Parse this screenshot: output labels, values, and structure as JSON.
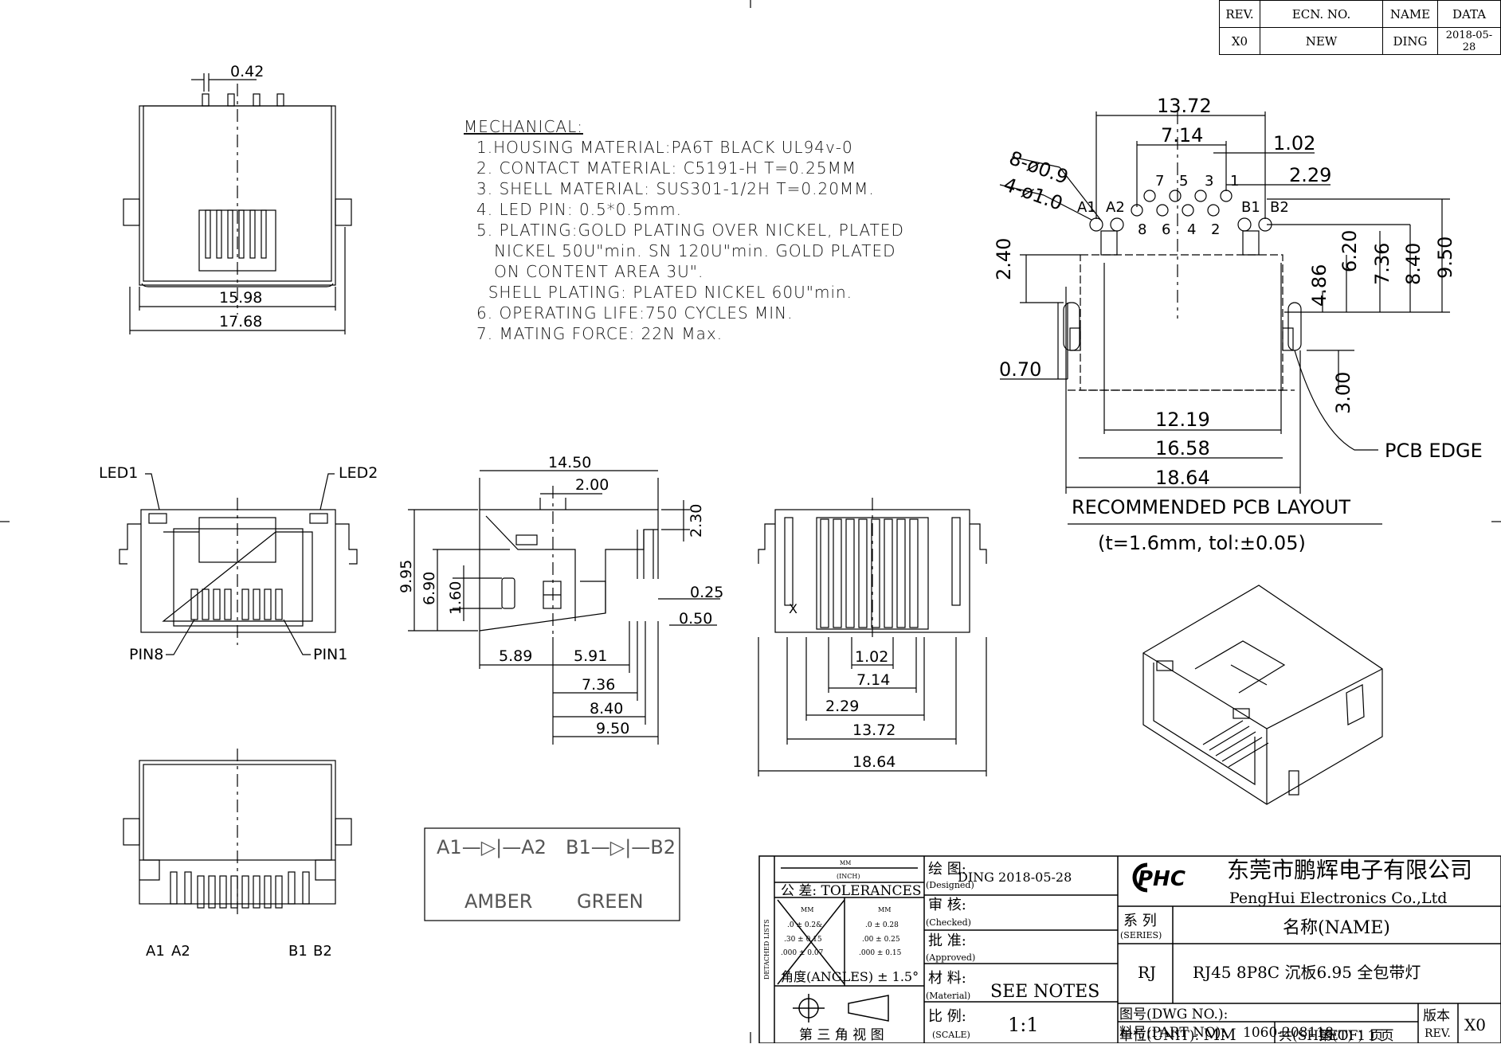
{
  "revision_table": {
    "headers": [
      "REV.",
      "ECN. NO.",
      "NAME",
      "DATA"
    ],
    "row": [
      "X0",
      "NEW",
      "DING",
      "2018-05-28"
    ]
  },
  "notes": {
    "title": "MECHANICAL:",
    "lines": [
      "1.HOUSING MATERIAL:PA6T BLACK UL94v-0",
      "2. CONTACT MATERIAL: C5191-H T=0.25MM",
      "3. SHELL MATERIAL: SUS301-1/2H T=0.20MM.",
      "4. LED PIN: 0.5*0.5mm.",
      "5. PLATING:GOLD PLATING OVER NICKEL, PLATED",
      "   NICKEL 50U\"min. SN 120U\"min. GOLD PLATED",
      "   ON CONTENT AREA 3U\".",
      "  SHELL PLATING: PLATED NICKEL 60U\"min.",
      "6. OPERATING LIFE:750 CYCLES MIN.",
      "7. MATING FORCE: 22N Max."
    ]
  },
  "top_view": {
    "dim_pin": "0.42",
    "dim_inner": "15.98",
    "dim_outer": "17.68"
  },
  "front_view": {
    "led1": "LED1",
    "led2": "LED2",
    "pin8": "PIN8",
    "pin1": "PIN1"
  },
  "side_view": {
    "dims": {
      "w_14_50": "14.50",
      "w_2_00": "2.00",
      "h_2_30": "2.30",
      "h_9_95": "9.95",
      "h_6_90": "6.90",
      "h_1_60": "1.60",
      "w_0_25": "0.25",
      "w_0_50": "0.50",
      "w_5_89": "5.89",
      "w_5_91": "5.91",
      "w_7_36": "7.36",
      "w_8_40": "8.40",
      "w_9_50": "9.50"
    }
  },
  "rear_view": {
    "mark": "X",
    "dims": {
      "w_1_02": "1.02",
      "w_7_14": "7.14",
      "w_2_29": "2.29",
      "w_13_72": "13.72",
      "w_18_64": "18.64"
    }
  },
  "bottom_view": {
    "labels": [
      "A1",
      "A2",
      "B1",
      "B2"
    ]
  },
  "led_legend": {
    "led_a": "A1—▷|—A2",
    "led_b": "B1—▷|—B2",
    "color_a": "AMBER",
    "color_b": "GREEN"
  },
  "pcb_layout": {
    "title": "RECOMMENDED PCB LAYOUT",
    "subtitle": "(t=1.6mm, tol:±0.05)",
    "pcb_edge": "PCB EDGE",
    "hole_label_1": "8-ø0.9",
    "hole_label_2": "4-ø1.0",
    "pin_numbers_top": [
      "7",
      "5",
      "3",
      "1"
    ],
    "pin_numbers_bottom": [
      "8",
      "6",
      "4",
      "2"
    ],
    "led_pins": [
      "A1",
      "A2",
      "B1",
      "B2"
    ],
    "dims": {
      "d_13_72": "13.72",
      "d_7_14": "7.14",
      "d_1_02": "1.02",
      "d_2_29": "2.29",
      "d_2_40": "2.40",
      "d_0_70": "0.70",
      "d_4_86": "4.86",
      "d_6_20": "6.20",
      "d_7_36": "7.36",
      "d_8_40": "8.40",
      "d_9_50": "9.50",
      "d_3_00": "3.00",
      "d_12_19": "12.19",
      "d_16_58": "16.58",
      "d_18_64": "18.64"
    }
  },
  "title_block": {
    "unit_header": "MM",
    "unit_header_sub": "(INCH)",
    "tolerances": "公 差: TOLERANCES",
    "tol_rows_left": [
      ".0 ± 0.2&",
      ".30 ± 0.15",
      ".000 ± 0.07"
    ],
    "tol_rows_right": [
      ".0 ± 0.28",
      ".00 ± 0.25",
      ".000 ± 0.15"
    ],
    "tol_mm_left": "MM",
    "tol_mm_right": "MM",
    "detached": "DETACHED LISTS",
    "angles": "角度(ANGLES) ± 1.5°",
    "projection": "第 三 角 视 图",
    "designed_cn": "绘  图:",
    "designed_en": "(Designed)",
    "designed_value": "DING 2018-05-28",
    "checked_cn": "审  核:",
    "checked_en": "(Checked)",
    "approved_cn": "批  准:",
    "approved_en": "(Approved)",
    "material_cn": "材  料:",
    "material_en": "(Material)",
    "material_value": "SEE NOTES",
    "scale_cn": "比  例:",
    "scale_en": "(SCALE)",
    "scale_value": "1:1",
    "logo": "PHC",
    "company_cn": "东莞市鹏辉电子有限公司",
    "company_en": "PengHui Electronics Co.,Ltd",
    "series_cn": "系  列",
    "series_en": "(SERIES)",
    "name_header": "名称(NAME)",
    "series_value": "RJ",
    "name_value": "RJ45 8P8C 沉板6.95 全包带灯",
    "dwg_no": "图号(DWG NO.):",
    "part_no_label": "料号(PART NO):",
    "part_no": "1060-208118",
    "rev_cn": "版本",
    "rev_en": "REV.",
    "rev_value": "X0",
    "unit_label": "单位(UNIT):",
    "unit_value": "MM",
    "sheet_total": "共(SHEET) 1 页",
    "sheet_of": "第(OF) 1 页"
  }
}
